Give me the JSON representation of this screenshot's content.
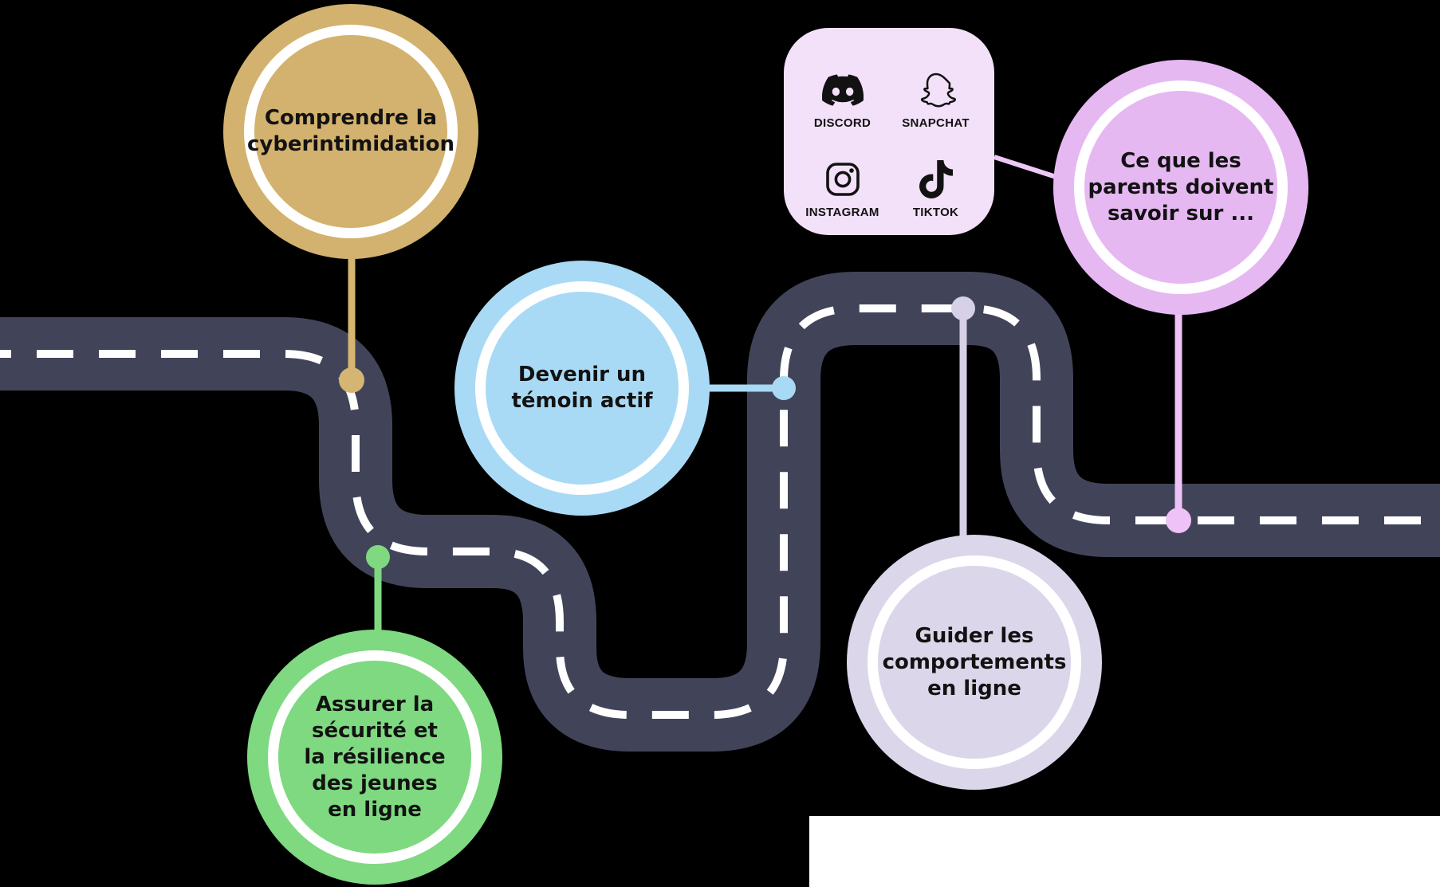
{
  "colors": {
    "background": "#000000",
    "road": "#414459",
    "road_center_line": "#ffffff",
    "ring": "#ffffff",
    "text": "#121212"
  },
  "circles": {
    "gold": {
      "color": "#d2b26e",
      "lines": [
        "Comprendre la",
        "cyberintimidation"
      ]
    },
    "blue": {
      "color": "#a9daf5",
      "lines": [
        "Devenir un",
        "témoin actif"
      ]
    },
    "green": {
      "color": "#7ed981",
      "lines": [
        "Assurer la",
        "sécurité et",
        "la résilience",
        "des jeunes",
        "en ligne"
      ]
    },
    "lavender": {
      "color": "#dcd6ea",
      "lines": [
        "Guider les",
        "comportements",
        "en ligne"
      ]
    },
    "pink": {
      "color": "#e6b8f2",
      "lines": [
        "Ce que les",
        "parents doivent",
        "savoir sur ..."
      ]
    }
  },
  "connectors": {
    "gold": "#d4b571",
    "blue": "#a9daf5",
    "green": "#7ed981",
    "lavender": "#d7d1e7",
    "pink": "#eec2f7",
    "card_to_pink": "#edc9f6"
  },
  "apps_card": {
    "background": "#f3e0f9",
    "icon_color": "#121212",
    "apps": [
      {
        "label": "DISCORD",
        "icon": "discord-icon"
      },
      {
        "label": "SNAPCHAT",
        "icon": "snapchat-icon"
      },
      {
        "label": "INSTAGRAM",
        "icon": "instagram-icon"
      },
      {
        "label": "TIKTOK",
        "icon": "tiktok-icon"
      }
    ]
  }
}
